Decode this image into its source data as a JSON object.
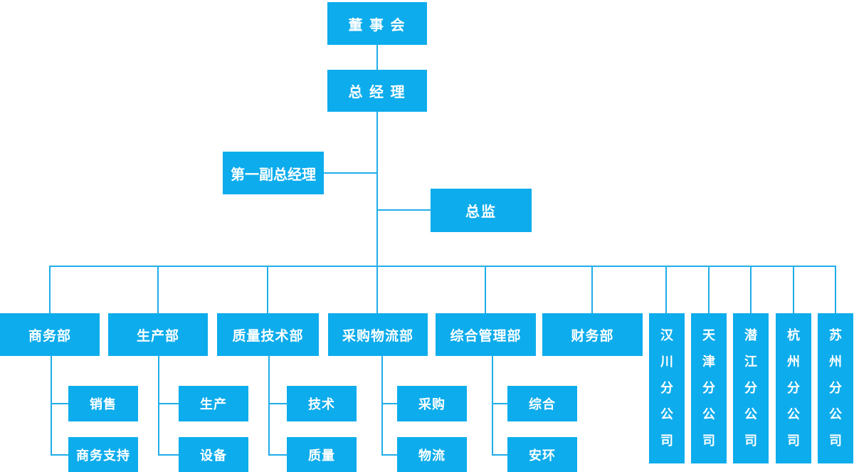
{
  "page": {
    "background_color": "#ffffff",
    "box_color": "#0dacec",
    "line_color": "#1fadea",
    "text_color": "#ffffff"
  },
  "org": {
    "board": {
      "label": "董 事 会"
    },
    "general_manager": {
      "label": "总 经 理"
    },
    "first_deputy_gm": {
      "label": "第一副总经理"
    },
    "director": {
      "label": "总监"
    },
    "departments": [
      {
        "label": "商务部",
        "children": [
          "销售",
          "商务支持"
        ]
      },
      {
        "label": "生产部",
        "children": [
          "生产",
          "设备"
        ]
      },
      {
        "label": "质量技术部",
        "children": [
          "技术",
          "质量"
        ]
      },
      {
        "label": "采购物流部",
        "children": [
          "采购",
          "物流"
        ]
      },
      {
        "label": "综合管理部",
        "children": [
          "综合",
          "安环"
        ]
      },
      {
        "label": "财务部",
        "children": []
      }
    ],
    "branches": [
      "汉川分公司",
      "天津分公司",
      "潜江分公司",
      "杭州分公司",
      "苏州分公司"
    ]
  }
}
